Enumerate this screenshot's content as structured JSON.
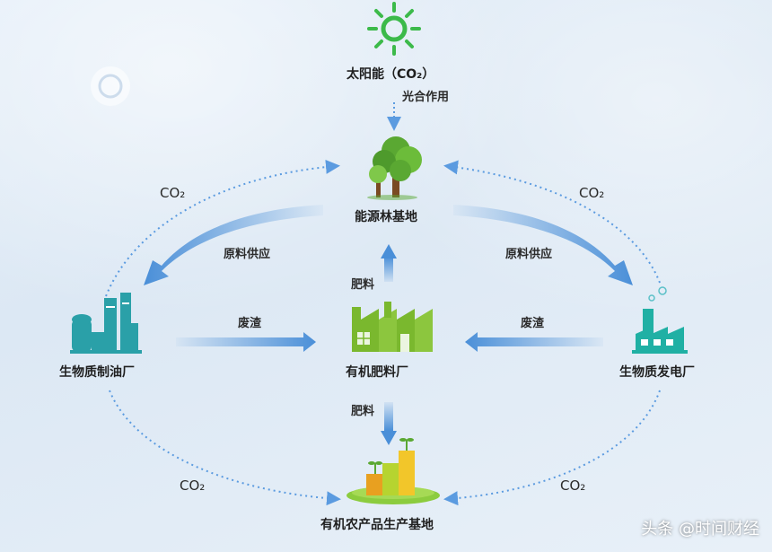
{
  "nodes": {
    "sun": "太阳能（CO₂）",
    "photosynthesis": "光合作用",
    "forest": "能源林基地",
    "oil_plant": "生物质制油厂",
    "fertilizer_plant": "有机肥料厂",
    "power_plant": "生物质发电厂",
    "agri_base": "有机农产品生产基地"
  },
  "edges": {
    "supply_left": "原料供应",
    "supply_right": "原料供应",
    "residue_left": "废渣",
    "residue_right": "废渣",
    "fertilizer_up": "肥料",
    "fertilizer_down": "肥料",
    "co2_top_left": "CO₂",
    "co2_top_right": "CO₂",
    "co2_bottom_left": "CO₂",
    "co2_bottom_right": "CO₂"
  },
  "watermark": "头条 @时间财经",
  "colors": {
    "arrow_blue": "#4a8fd8",
    "dotted_blue": "#5b9be0",
    "sun_green": "#3cba4a",
    "tree_green": "#5aa832",
    "factory_green": "#7ab82e",
    "industry_teal": "#2aa0a8",
    "power_teal": "#20b0a4"
  }
}
